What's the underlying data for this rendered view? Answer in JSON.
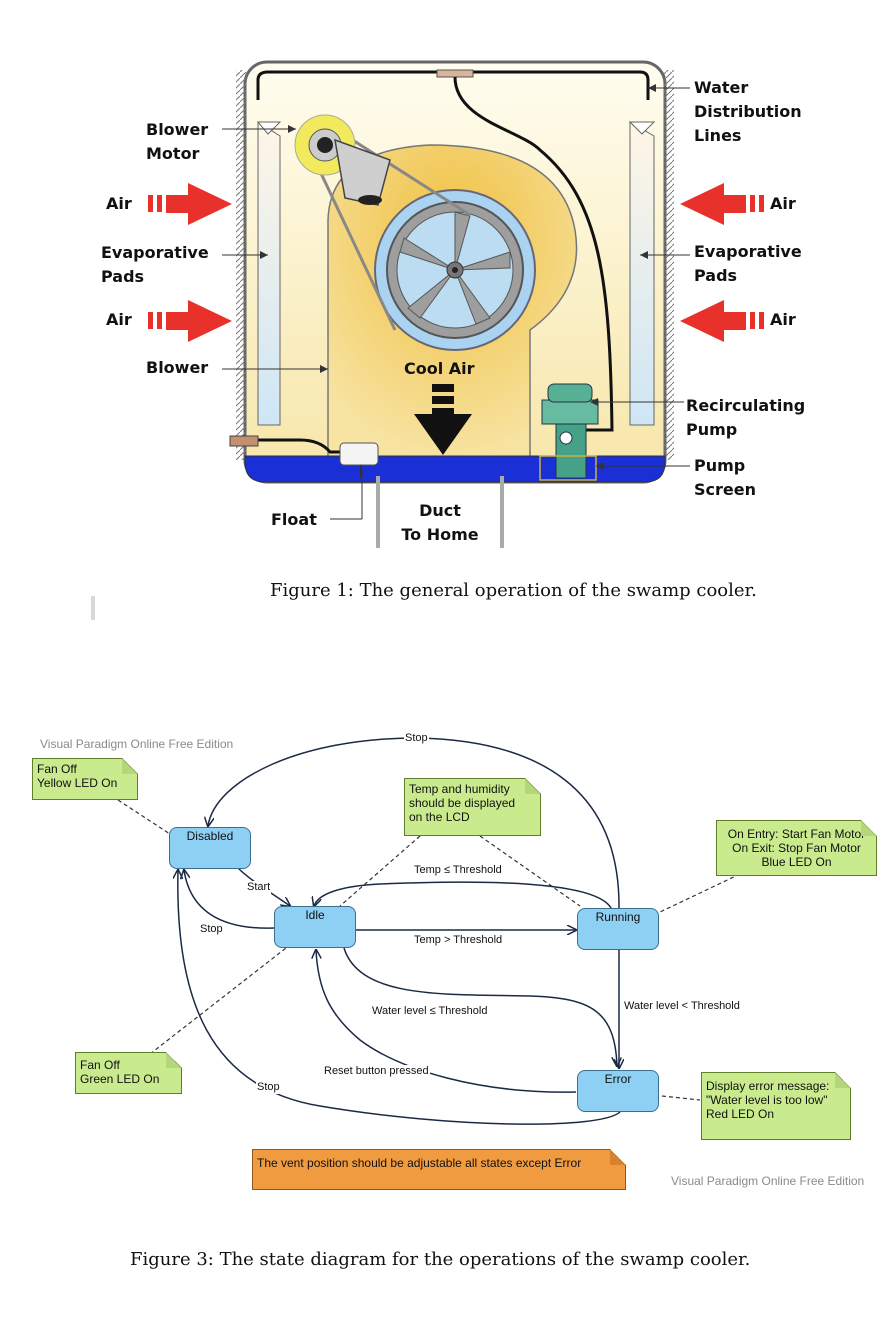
{
  "figure1": {
    "labels": {
      "blower_motor": "Blower\nMotor",
      "air_left_top": "Air",
      "evap_pads_left": "Evaporative\nPads",
      "air_left_bottom": "Air",
      "blower": "Blower",
      "float": "Float",
      "water_distribution_lines": "Water\nDistribution\nLines",
      "air_right_top": "Air",
      "evap_pads_right": "Evaporative\nPads",
      "air_right_bottom": "Air",
      "recirculating_pump": "Recirculating\nPump",
      "pump_screen": "Pump\nScreen",
      "cool_air": "Cool Air",
      "duct_to_home": "Duct\nTo Home"
    },
    "caption": "Figure 1: The general operation of the swamp cooler.",
    "colors": {
      "arrow": "#e8312a",
      "water": "#1a2fd6",
      "body": "#fff8d8",
      "wheel": "#a9d3f0"
    }
  },
  "figure3": {
    "watermark_top": "Visual Paradigm Online Free Edition",
    "watermark_bottom": "Visual Paradigm Online Free Edition",
    "states": {
      "disabled": "Disabled",
      "idle": "Idle",
      "running": "Running",
      "error": "Error"
    },
    "notes": {
      "disabled_note": "Fan Off\nYellow LED On",
      "lcd_note": "Temp and humidity\nshould be displayed\non the LCD",
      "running_note": "On Entry: Start Fan Motor\nOn Exit: Stop Fan Motor\nBlue LED On",
      "idle_note": "Fan Off\nGreen LED On",
      "error_note": "Display error message:\n\"Water level is too low\"\nRed LED On",
      "vent_note": "The vent position should be adjustable all states except Error"
    },
    "transitions": {
      "stop_top": "Stop",
      "start": "Start",
      "stop_idle": "Stop",
      "temp_le": "Temp ≤ Threshold",
      "temp_gt": "Temp > Threshold",
      "water_le": "Water level ≤ Threshold",
      "water_lt": "Water level < Threshold",
      "reset": "Reset button pressed",
      "stop_error": "Stop"
    },
    "colors": {
      "state": "#8ecff4",
      "note": "#c9eb8e",
      "vent_note": "#f09b40"
    },
    "caption": "Figure 3: The state diagram for the operations of the swamp cooler."
  }
}
